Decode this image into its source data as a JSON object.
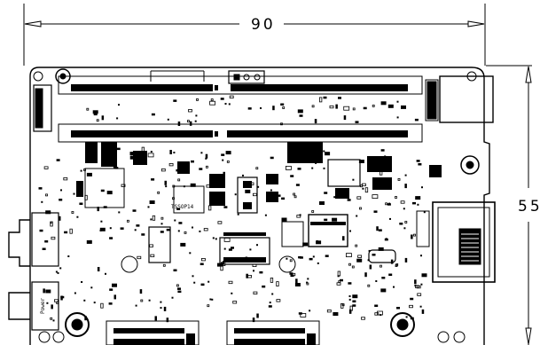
{
  "dimensions": {
    "width_label": "90",
    "height_label": "55"
  },
  "board_labels": {
    "chip_marking": "TSSOP14",
    "power_marking": "Power"
  },
  "colors": {
    "ink": "#000000",
    "paper": "#ffffff"
  }
}
